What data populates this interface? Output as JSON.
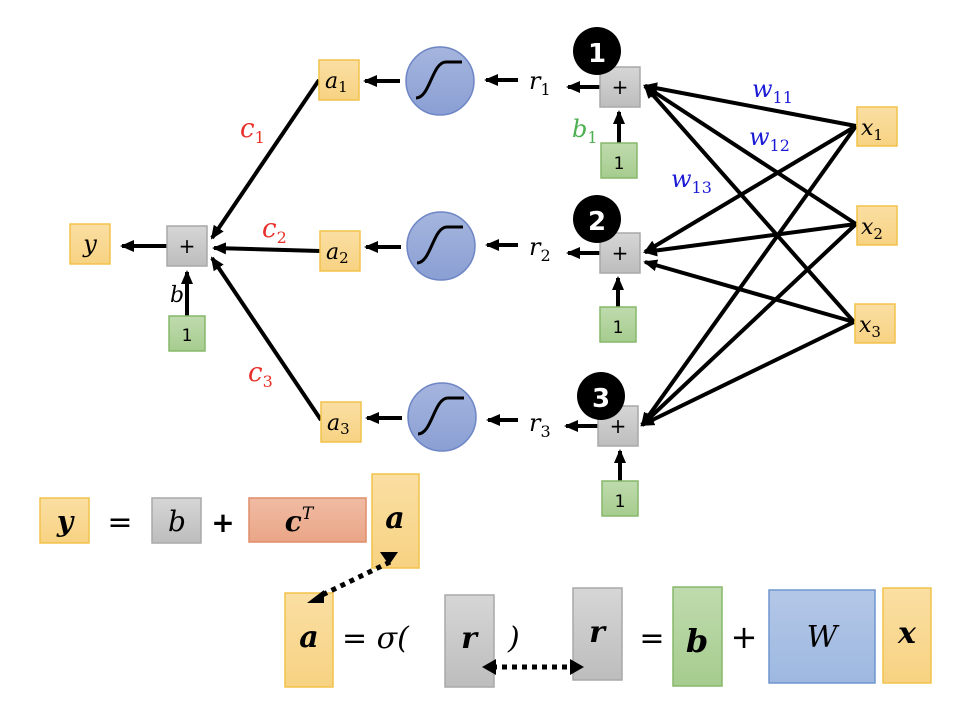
{
  "colors": {
    "orange_fill": "#f8d58c",
    "orange_stroke": "#f2c24a",
    "gray_fill": "#cbcbcb",
    "gray_stroke": "#a8a8a8",
    "green_fill": "#b2d39e",
    "green_stroke": "#86b86a",
    "blue_fill": "#a9bfe3",
    "blue_stroke": "#6f95cf",
    "red_fill": "#eeab8e",
    "red_stroke": "#e08d6a",
    "sigmoid_fill": "#95a8d8",
    "sigmoid_stroke": "#6f86c6",
    "c_label": "#e8302a",
    "w_label": "#1b1bd6",
    "b1_label": "#4caf50",
    "edge": "#000000"
  },
  "diagram": {
    "output": {
      "label": "y"
    },
    "output_sum": {
      "label": "+",
      "bias_label": "b",
      "bias_input": "1"
    },
    "hidden": [
      {
        "badge": "1",
        "sum": "+",
        "r": "r",
        "r_sub": "1",
        "a": "a",
        "a_sub": "1",
        "c": "c",
        "c_sub": "1",
        "bias_input": "1",
        "bias_label": "b",
        "bias_sub": "1"
      },
      {
        "badge": "2",
        "sum": "+",
        "r": "r",
        "r_sub": "2",
        "a": "a",
        "a_sub": "2",
        "c": "c",
        "c_sub": "2",
        "bias_input": "1"
      },
      {
        "badge": "3",
        "sum": "+",
        "r": "r",
        "r_sub": "3",
        "a": "a",
        "a_sub": "3",
        "c": "c",
        "c_sub": "3",
        "bias_input": "1"
      }
    ],
    "inputs": [
      {
        "x": "x",
        "sub": "1"
      },
      {
        "x": "x",
        "sub": "2"
      },
      {
        "x": "x",
        "sub": "3"
      }
    ],
    "weights": [
      {
        "w": "w",
        "sub": "11"
      },
      {
        "w": "w",
        "sub": "12"
      },
      {
        "w": "w",
        "sub": "13"
      }
    ]
  },
  "equations": {
    "eq1": {
      "y": "y",
      "equals": "=",
      "b": "b",
      "plus": "+",
      "cT": "c",
      "cT_sup": "T",
      "a": "a"
    },
    "eq2": {
      "a": "a",
      "equals_sigma": "= σ(",
      "r": "r",
      "close": ")"
    },
    "eq3": {
      "r": "r",
      "equals": "=",
      "b": "b",
      "plus": "+",
      "W": "W",
      "x": "x"
    }
  }
}
